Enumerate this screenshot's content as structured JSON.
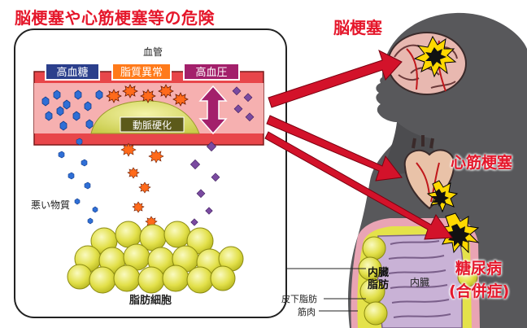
{
  "title": "脳梗塞や心筋梗塞等の危険",
  "vessel": {
    "label": "血管",
    "tags": [
      {
        "label": "高血糖",
        "bg": "#2b3f8c"
      },
      {
        "label": "脂質異常",
        "bg": "#ff7a1a"
      },
      {
        "label": "高血圧",
        "bg": "#a3206b"
      }
    ],
    "plaque_label": "動脈硬化"
  },
  "bad_substance_label": "悪い物質",
  "fat_cell_label": "脂肪細胞",
  "outcomes": [
    {
      "label": "脳梗塞"
    },
    {
      "label": "心筋梗塞"
    },
    {
      "label_line1": "糖尿病",
      "label_line2": "(合併症)"
    }
  ],
  "body_labels": {
    "visceral_fat": "内臓\n脂肪",
    "viscera": "内臓",
    "subcutaneous_fat": "皮下脂肪",
    "muscle": "筋肉"
  },
  "colors": {
    "title": "#e5172b",
    "outcome_text": "#e5172b",
    "arrow": "#d3122a",
    "vessel_wall": "#e8464a",
    "vessel_inner": "#f6b0b0",
    "plaque": "#d9e06c",
    "fat_cell": "#e4e24a",
    "body": "#58585b",
    "burst": "#ffd800"
  }
}
